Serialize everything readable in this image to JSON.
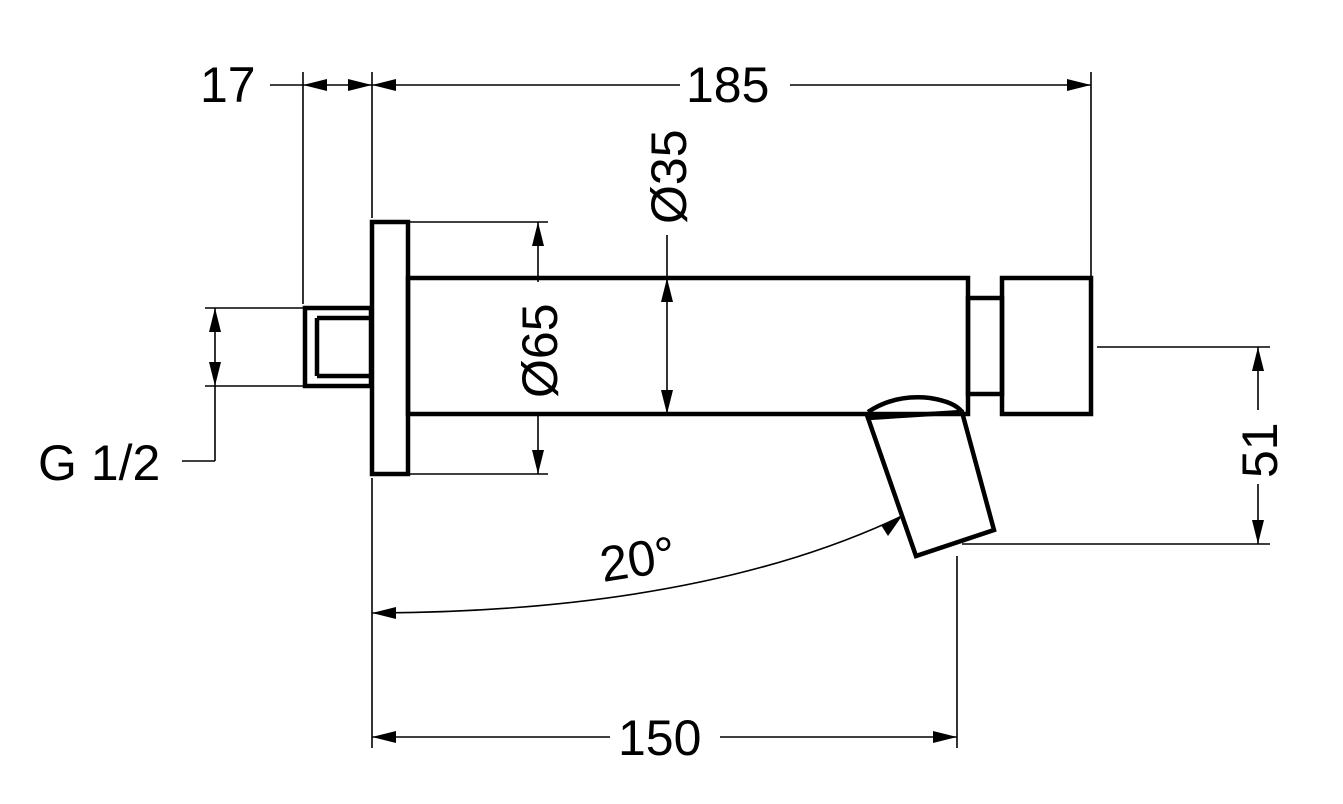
{
  "drawing": {
    "dimensions": {
      "thread_length": "17",
      "overall_length": "185",
      "spout_diameter": "Ø35",
      "rosette_diameter": "Ø65",
      "thread_size": "G 1/2",
      "outlet_height": "51",
      "swivel_angle": "20°",
      "projection": "150"
    }
  }
}
